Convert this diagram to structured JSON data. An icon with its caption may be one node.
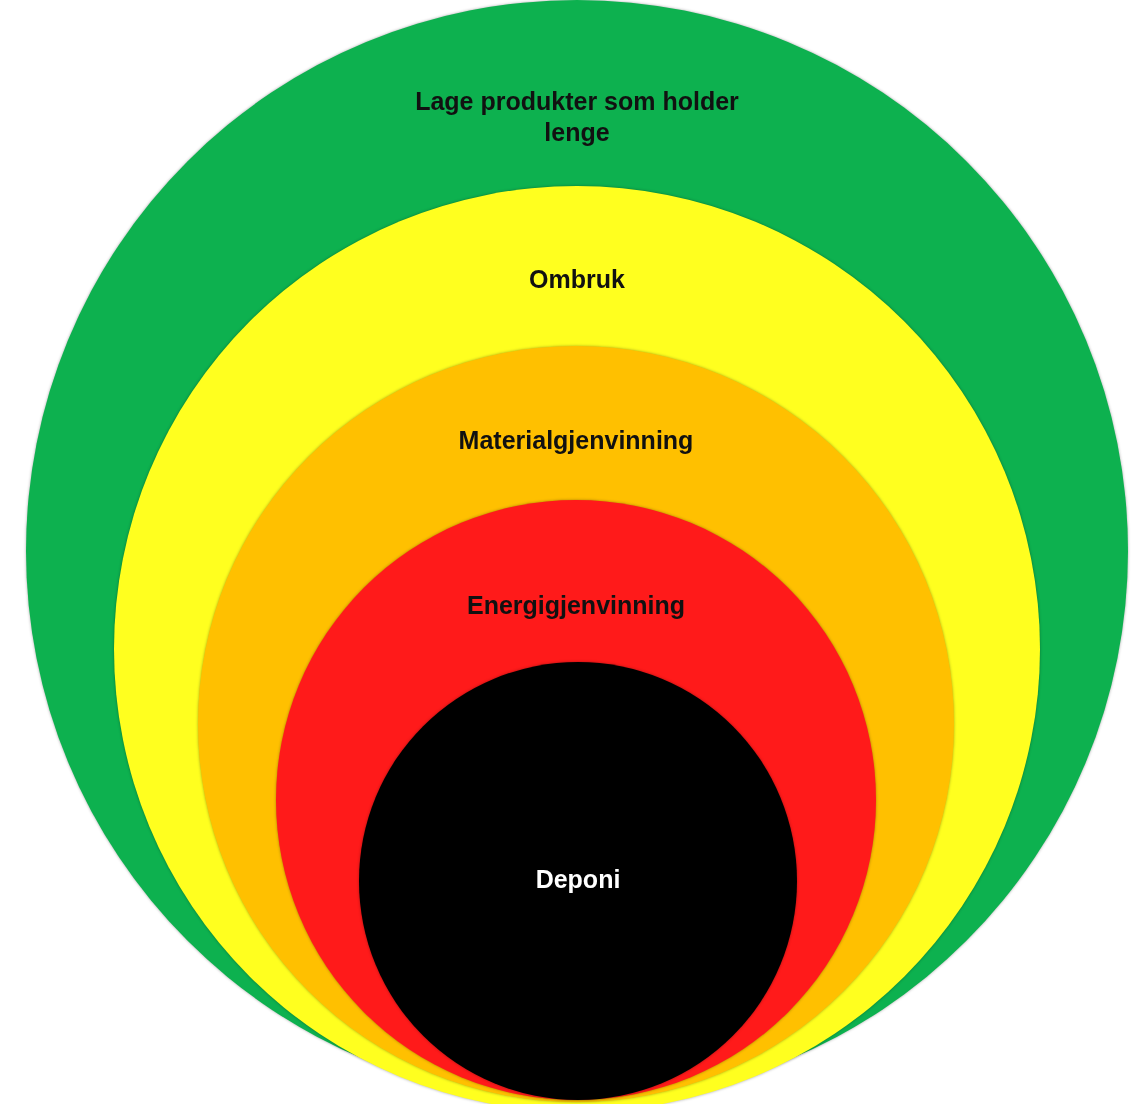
{
  "diagram": {
    "nodes": [
      {
        "text": [
          "Lage produkter som holder lenge"
        ]
      },
      {
        "text": [
          "Ombruk"
        ],
        "in": 0
      },
      {
        "text": [
          "Materialgjenvinning"
        ],
        "in": 1
      },
      {
        "text": [
          "Energigjenvinning"
        ],
        "in": 2
      },
      {
        "text": [
          "Deponi"
        ],
        "in": 3
      }
    ]
  }
}
